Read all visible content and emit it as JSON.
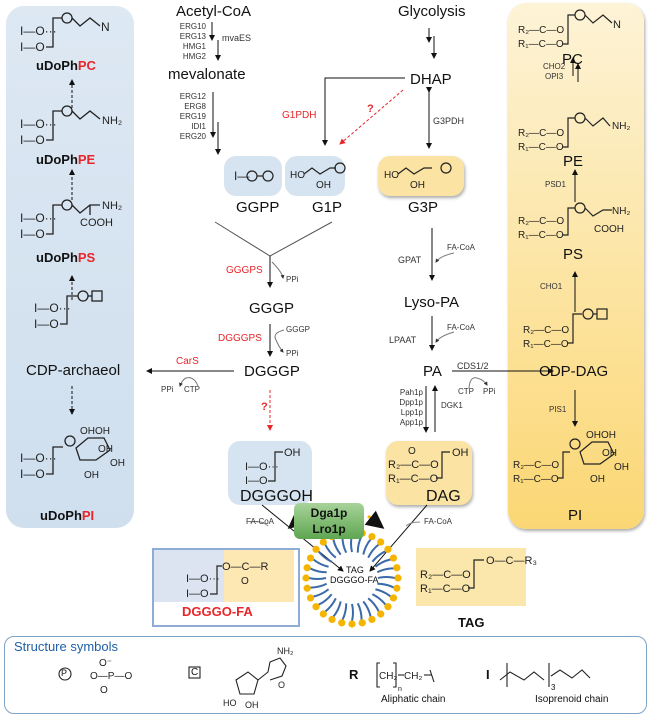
{
  "colors": {
    "red_label": "#e8262a",
    "blue_panel": "#d6e4f1",
    "yellow_panel": "#fbd774",
    "green_enzyme": "#5ea651",
    "legend_title": "#1f5fa8",
    "lipid_head": "#f5b400",
    "lipid_tail": "#3b6aa8"
  },
  "left_panel": {
    "pc_label_prefix": "uDoPh",
    "pc_label_suffix": "PC",
    "pe_label_prefix": "uDoPh",
    "pe_label_suffix": "PE",
    "ps_label_prefix": "uDoPh",
    "ps_label_suffix": "PS",
    "cdp_archaeol": "CDP-archaeol",
    "pi_label_prefix": "uDoPh",
    "pi_label_suffix": "PI"
  },
  "mevalonate_pathway": {
    "acetyl_coa": "Acetyl-CoA",
    "enzymes_1": [
      "ERG10",
      "ERG13",
      "HMG1",
      "HMG2"
    ],
    "mvaes": "mvaES",
    "mevalonate": "mevalonate",
    "enzymes_2": [
      "ERG12",
      "ERG8",
      "ERG19",
      "IDI1",
      "ERG20"
    ]
  },
  "glycolysis": {
    "glycolysis": "Glycolysis",
    "dhap": "DHAP",
    "g1pdh": "G1PDH",
    "question": "?",
    "g3pdh": "G3PDH"
  },
  "boxes": {
    "ggpp": "GGPP",
    "g1p": "G1P",
    "g3p": "G3P",
    "dgggoh": "DGGGOH",
    "dag": "DAG",
    "tag": "TAG",
    "dgggo_fa": "DGGGO-FA"
  },
  "archaeal_pathway": {
    "gggps": "GGGPS",
    "ppi_1": "PPi",
    "gggp": "GGGP",
    "dgggps": "DGGGPS",
    "gggp_sub": "GGGP",
    "ppi_2": "PPi",
    "dgggp": "DGGGP",
    "cars": "CarS",
    "ppi_cars": "PPi",
    "ctp_cars": "CTP",
    "question": "?"
  },
  "yeast_pathway": {
    "gpat": "GPAT",
    "fa_coa_1": "FA-CoA",
    "lyso_pa": "Lyso-PA",
    "lpaat": "LPAAT",
    "fa_coa_2": "FA-CoA",
    "pa": "PA",
    "cds": "CDS1/2",
    "ctp": "CTP",
    "ppi": "PPi",
    "phosphatases": [
      "Pah1p",
      "Dpp1p",
      "Lpp1p",
      "App1p"
    ],
    "dgk1": "DGK1",
    "fa_coa_left": "FA-CoA",
    "fa_coa_right": "FA-CoA"
  },
  "right_panel": {
    "pc": "PC",
    "cho2": "CHO2",
    "opi3": "OPI3",
    "pe": "PE",
    "psd1": "PSD1",
    "ps": "PS",
    "cho1": "CHO1",
    "cdp_dag": "CDP-DAG",
    "pis1": "PIS1",
    "pi": "PI"
  },
  "lipid_droplet": {
    "enzyme_1": "Dga1p",
    "enzyme_2": "Lro1p",
    "content_1": "TAG",
    "content_2": "DGGGO-FA"
  },
  "legend": {
    "title": "Structure symbols",
    "phosphate_symbol": "P",
    "cytidine_symbol": "C",
    "r_symbol": "R",
    "r_caption": "Aliphatic chain",
    "i_symbol": "I",
    "i_caption": "Isoprenoid chain",
    "iso_repeat": "3",
    "ali_repeat": "n"
  }
}
